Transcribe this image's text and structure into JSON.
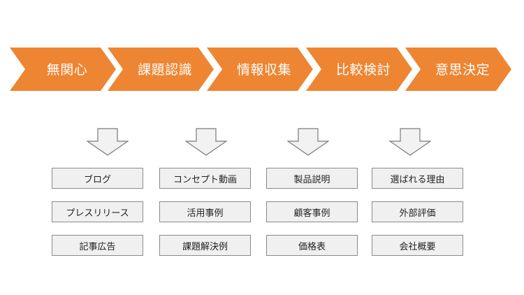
{
  "colors": {
    "chevron_fill": "#ee8532",
    "chevron_text": "#ffffff",
    "arrow_fill": "#f2f2f2",
    "arrow_stroke": "#7a7a7a",
    "box_fill": "#f0f0f0",
    "box_border": "#8a8a8a",
    "box_text": "#222222"
  },
  "stages": [
    {
      "label": "無関心"
    },
    {
      "label": "課題認識"
    },
    {
      "label": "情報収集"
    },
    {
      "label": "比較検討"
    },
    {
      "label": "意思決定"
    }
  ],
  "columns": [
    {
      "items": [
        "ブログ",
        "プレスリリース",
        "記事広告"
      ]
    },
    {
      "items": [
        "コンセプト動画",
        "活用事例",
        "課題解決例"
      ]
    },
    {
      "items": [
        "製品説明",
        "顧客事例",
        "価格表"
      ]
    },
    {
      "items": [
        "選ばれる理由",
        "外部評価",
        "会社概要"
      ]
    }
  ]
}
